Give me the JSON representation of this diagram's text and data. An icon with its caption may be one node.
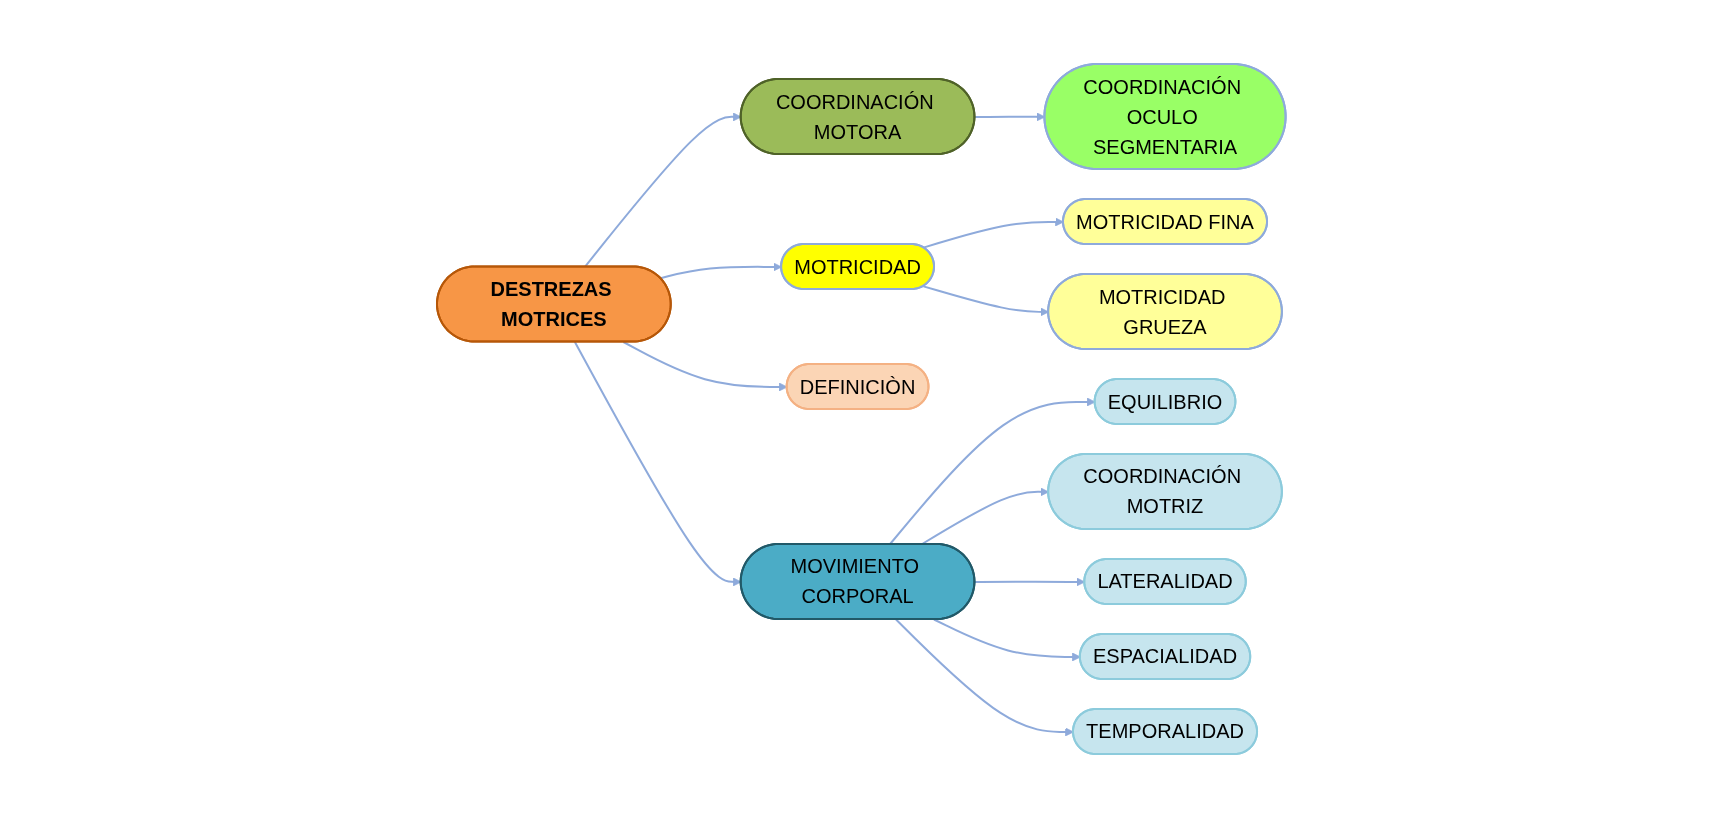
{
  "diagram": {
    "nodes": [
      {
        "text": [
          "DESTREZAS MOTRICES"
        ]
      },
      {
        "text": [
          "COORDINACIÓN MOTORA"
        ]
      },
      {
        "text": [
          "COORDINACIÓN OCULO SEGMENTARIA"
        ]
      },
      {
        "text": [
          "MOTRICIDAD"
        ]
      },
      {
        "text": [
          "MOTRICIDAD FINA"
        ]
      },
      {
        "text": [
          "MOTRICIDAD GRUEZA"
        ]
      },
      {
        "text": [
          "DEFINICIÒN"
        ]
      },
      {
        "text": [
          "MOVIMIENTO CORPORAL"
        ]
      },
      {
        "text": [
          "EQUILIBRIO"
        ]
      },
      {
        "text": [
          "COORDINACIÓN MOTRIZ"
        ]
      },
      {
        "text": [
          "LATERALIDAD"
        ]
      },
      {
        "text": [
          "ESPACIALIDAD"
        ]
      },
      {
        "text": [
          "TEMPORALIDAD"
        ]
      }
    ],
    "edges": [
      {
        "from": 0,
        "to": 1,
        "arrow": "to"
      },
      {
        "from": 1,
        "to": 2,
        "arrow": "to"
      },
      {
        "from": 0,
        "to": 3,
        "arrow": "to"
      },
      {
        "from": 3,
        "to": 4,
        "arrow": "to"
      },
      {
        "from": 3,
        "to": 5,
        "arrow": "to"
      },
      {
        "from": 0,
        "to": 6,
        "arrow": "to"
      },
      {
        "from": 0,
        "to": 7,
        "arrow": "to"
      },
      {
        "from": 7,
        "to": 8,
        "arrow": "to"
      },
      {
        "from": 7,
        "to": 9,
        "arrow": "to"
      },
      {
        "from": 7,
        "to": 10,
        "arrow": "to"
      },
      {
        "from": 7,
        "to": 11,
        "arrow": "to"
      },
      {
        "from": 7,
        "to": 12,
        "arrow": "to"
      }
    ]
  }
}
